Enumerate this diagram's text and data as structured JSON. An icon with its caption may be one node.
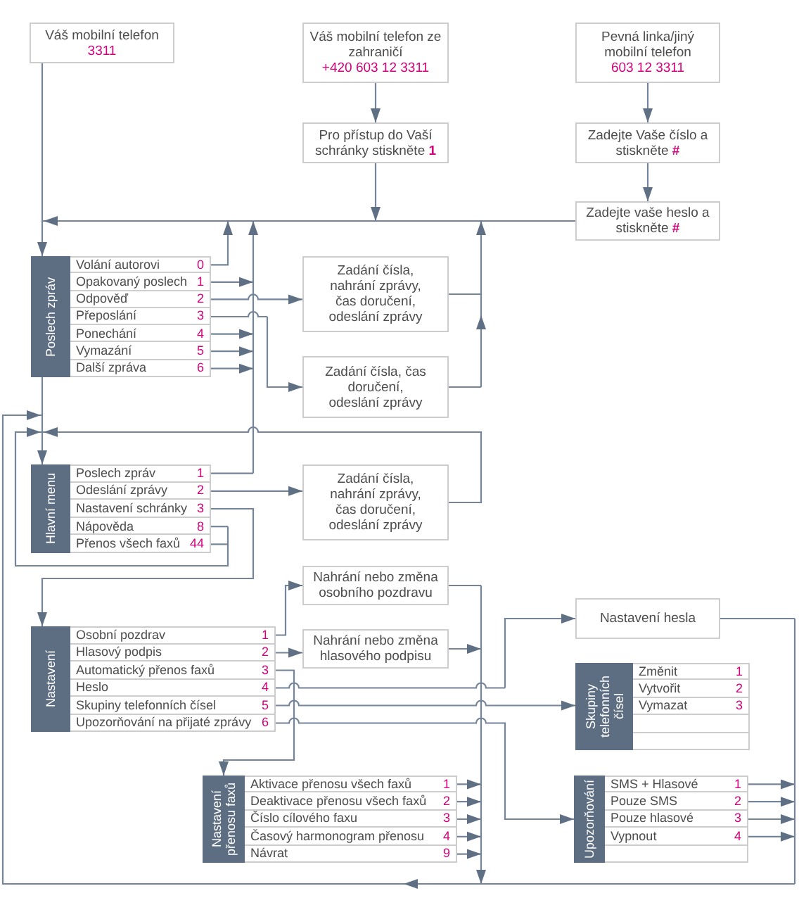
{
  "diagram": {
    "nodes": [
      {
        "text": [
          "Váš mobilní telefon",
          "3311"
        ]
      },
      {
        "text": [
          "Váš mobilní telefon ze zahraničí",
          "+420 603 12 3311"
        ]
      },
      {
        "text": [
          "Pevná linka/jiný mobilní telefon",
          "603 12 3311"
        ]
      },
      {
        "text": [
          "Pro přístup do Vaší schránky stiskněte **1**"
        ]
      },
      {
        "text": [
          "Zadejte Vaše číslo a stiskněte **#**"
        ]
      },
      {
        "text": [
          "Zadejte vaše heslo a stiskněte **#**"
        ]
      },
      {
        "text": [
          "Poslech zpráv"
        ]
      },
      {
        "text": [
          "Volání autorovi",
          "0"
        ],
        "in": 6
      },
      {
        "text": [
          "Opakovaný poslech",
          "1"
        ],
        "in": 6
      },
      {
        "text": [
          "Odpověď",
          "2"
        ],
        "in": 6
      },
      {
        "text": [
          "Přeposlání",
          "3"
        ],
        "in": 6
      },
      {
        "text": [
          "Ponechání",
          "4"
        ],
        "in": 6
      },
      {
        "text": [
          "Vymazání",
          "5"
        ],
        "in": 6
      },
      {
        "text": [
          "Další zpráva",
          "6"
        ],
        "in": 6
      },
      {
        "text": [
          "Zadání čísla, nahrání zprávy, čas doručení, odeslání zprávy"
        ]
      },
      {
        "text": [
          "Zadání čísla, čas doručení, odeslání zprávy"
        ]
      },
      {
        "text": [
          "Hlavní menu"
        ]
      },
      {
        "text": [
          "Poslech zpráv",
          "1"
        ],
        "in": 16
      },
      {
        "text": [
          "Odeslání zprávy",
          "2"
        ],
        "in": 16
      },
      {
        "text": [
          "Nastavení schránky",
          "3"
        ],
        "in": 16
      },
      {
        "text": [
          "Nápověda",
          "8"
        ],
        "in": 16
      },
      {
        "text": [
          "Přenos všech faxů",
          "44"
        ],
        "in": 16
      },
      {
        "text": [
          "Zadání čísla, nahrání zprávy, čas doručení, odeslání zprávy"
        ]
      },
      {
        "text": [
          "Nahrání nebo změna osobního pozdravu"
        ]
      },
      {
        "text": [
          "Nastavení hesla"
        ]
      },
      {
        "text": [
          "Nastavení"
        ]
      },
      {
        "text": [
          "Osobní pozdrav",
          "1"
        ],
        "in": 25
      },
      {
        "text": [
          "Hlasový podpis",
          "2"
        ],
        "in": 25
      },
      {
        "text": [
          "Automatický přenos faxů",
          "3"
        ],
        "in": 25
      },
      {
        "text": [
          "Heslo",
          "4"
        ],
        "in": 25
      },
      {
        "text": [
          "Skupiny telefonních čísel",
          "5"
        ],
        "in": 25
      },
      {
        "text": [
          "Upozorňování na přijaté zprávy",
          "6"
        ],
        "in": 25
      },
      {
        "text": [
          "Nahrání nebo změna hlasového podpisu"
        ]
      },
      {
        "text": [
          "Skupiny telefonních čísel"
        ]
      },
      {
        "text": [
          "Změnit",
          "1"
        ],
        "in": 33
      },
      {
        "text": [
          "Vytvořit",
          "2"
        ],
        "in": 33
      },
      {
        "text": [
          "Vymazat",
          "3"
        ],
        "in": 33
      },
      {
        "text": [],
        "shape": "box",
        "in": 33
      },
      {
        "text": [],
        "shape": "box",
        "in": 33
      },
      {
        "text": [
          "Nastavení přenosu faxů"
        ]
      },
      {
        "text": [
          "Aktivace přenosu všech faxů",
          "1"
        ],
        "in": 39
      },
      {
        "text": [
          "Deaktivace přenosu všech faxů",
          "2"
        ],
        "in": 39
      },
      {
        "text": [
          "Číslo cílového faxu",
          "3"
        ],
        "in": 39
      },
      {
        "text": [
          "Časový harmonogram přenosu",
          "4"
        ],
        "in": 39
      },
      {
        "text": [
          "Návrat",
          "9"
        ],
        "in": 39
      },
      {
        "text": [
          "Upozorňování"
        ]
      },
      {
        "text": [
          "SMS + Hlasové",
          "1"
        ],
        "in": 45
      },
      {
        "text": [
          "Pouze SMS",
          "2"
        ],
        "in": 45
      },
      {
        "text": [
          "Pouze hlasové",
          "3"
        ],
        "in": 45
      },
      {
        "text": [
          "Vypnout",
          "4"
        ],
        "in": 45
      },
      {
        "text": [],
        "shape": "box",
        "in": 45
      }
    ],
    "edges": [
      {
        "from": 0,
        "to": 6,
        "arrow": "to"
      },
      {
        "from": 1,
        "to": 3,
        "arrow": "to"
      },
      {
        "from": 2,
        "to": 4,
        "arrow": "to"
      },
      {
        "from": 4,
        "to": 5,
        "arrow": "to"
      },
      {
        "from": 3,
        "to": 6,
        "arrow": "to"
      },
      {
        "from": 5,
        "to": 6,
        "arrow": "to"
      },
      {
        "from": 7,
        "to": 6,
        "arrow": "to"
      },
      {
        "from": 8,
        "to": 6,
        "arrow": "to"
      },
      {
        "from": 9,
        "to": 14,
        "arrow": "to"
      },
      {
        "from": 10,
        "to": 15,
        "arrow": "to"
      },
      {
        "from": 11,
        "to": 6,
        "arrow": "to"
      },
      {
        "from": 12,
        "to": 6,
        "arrow": "to"
      },
      {
        "from": 13,
        "to": 6,
        "arrow": "to"
      },
      {
        "from": 14,
        "to": 6,
        "arrow": "to"
      },
      {
        "from": 15,
        "to": 6,
        "arrow": "to"
      },
      {
        "from": 6,
        "to": 16,
        "arrow": "to"
      },
      {
        "from": 17,
        "to": 6,
        "arrow": "to"
      },
      {
        "from": 18,
        "to": 22,
        "arrow": "to"
      },
      {
        "from": 19,
        "to": 25,
        "arrow": "to"
      },
      {
        "from": 20,
        "to": 16,
        "arrow": "to"
      },
      {
        "from": 21,
        "to": 16,
        "arrow": "to"
      },
      {
        "from": 22,
        "to": 16,
        "arrow": "to"
      },
      {
        "from": 26,
        "to": 23,
        "arrow": "to"
      },
      {
        "from": 27,
        "to": 32,
        "arrow": "to"
      },
      {
        "from": 28,
        "to": 39,
        "arrow": "to"
      },
      {
        "from": 29,
        "to": 24,
        "arrow": "to"
      },
      {
        "from": 30,
        "to": 33,
        "arrow": "to"
      },
      {
        "from": 31,
        "to": 45,
        "arrow": "to"
      },
      {
        "from": 23,
        "to": 16,
        "arrow": "to"
      },
      {
        "from": 32,
        "to": 16,
        "arrow": "to"
      },
      {
        "from": 24,
        "to": 16,
        "arrow": "to"
      },
      {
        "from": 40,
        "to": 16,
        "arrow": "to"
      },
      {
        "from": 41,
        "to": 16,
        "arrow": "to"
      },
      {
        "from": 42,
        "to": 16,
        "arrow": "to"
      },
      {
        "from": 43,
        "to": 16,
        "arrow": "to"
      },
      {
        "from": 44,
        "to": 16,
        "arrow": "to"
      },
      {
        "from": 46,
        "to": 16,
        "arrow": "to"
      },
      {
        "from": 47,
        "to": 16,
        "arrow": "to"
      },
      {
        "from": 48,
        "to": 16,
        "arrow": "to"
      },
      {
        "from": 49,
        "to": 16,
        "arrow": "to"
      }
    ]
  }
}
